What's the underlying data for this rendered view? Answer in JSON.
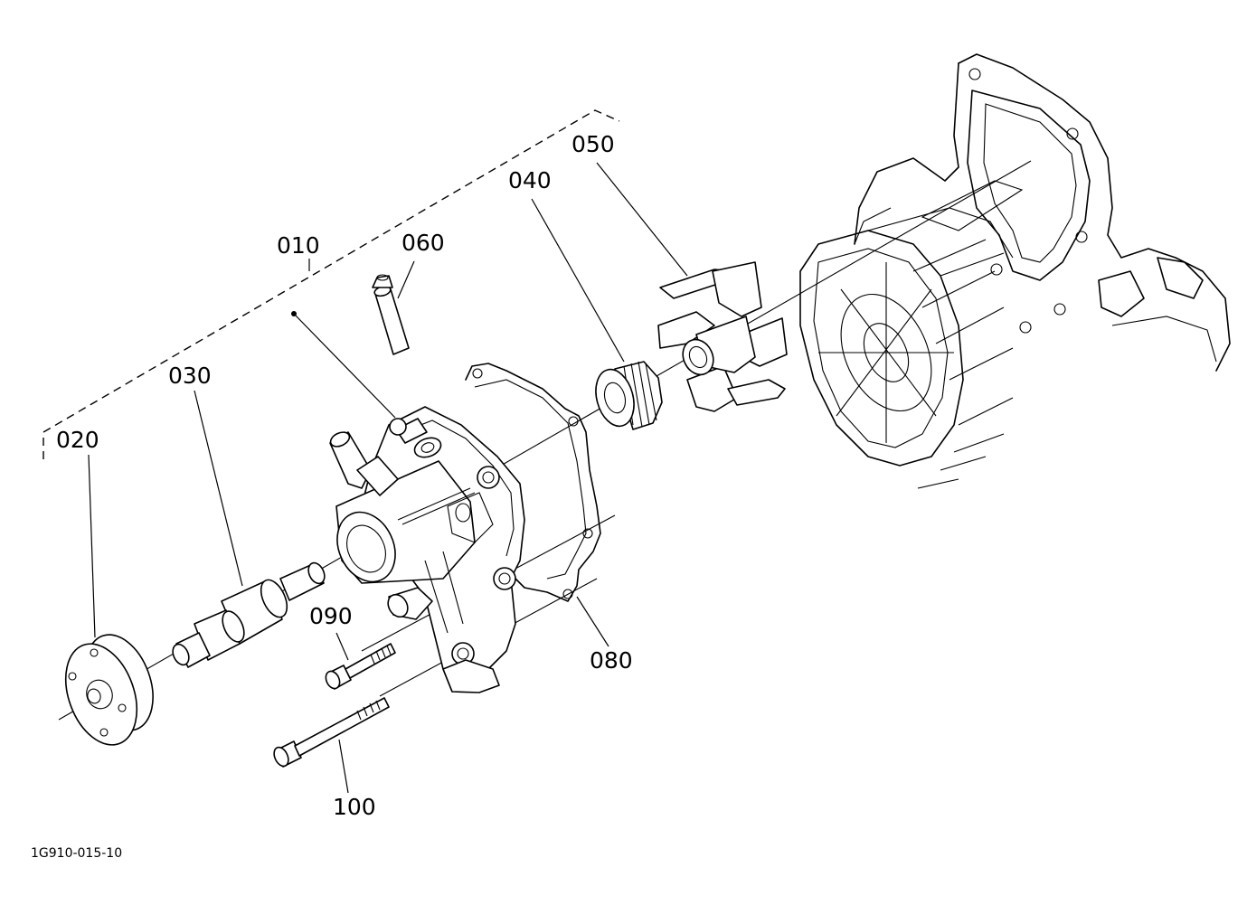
{
  "callouts": {
    "c010": "010",
    "c020": "020",
    "c030": "030",
    "c040": "040",
    "c050": "050",
    "c060": "060",
    "c080": "080",
    "c090": "090",
    "c100": "100"
  },
  "figure_reference": "1G910-015-10"
}
